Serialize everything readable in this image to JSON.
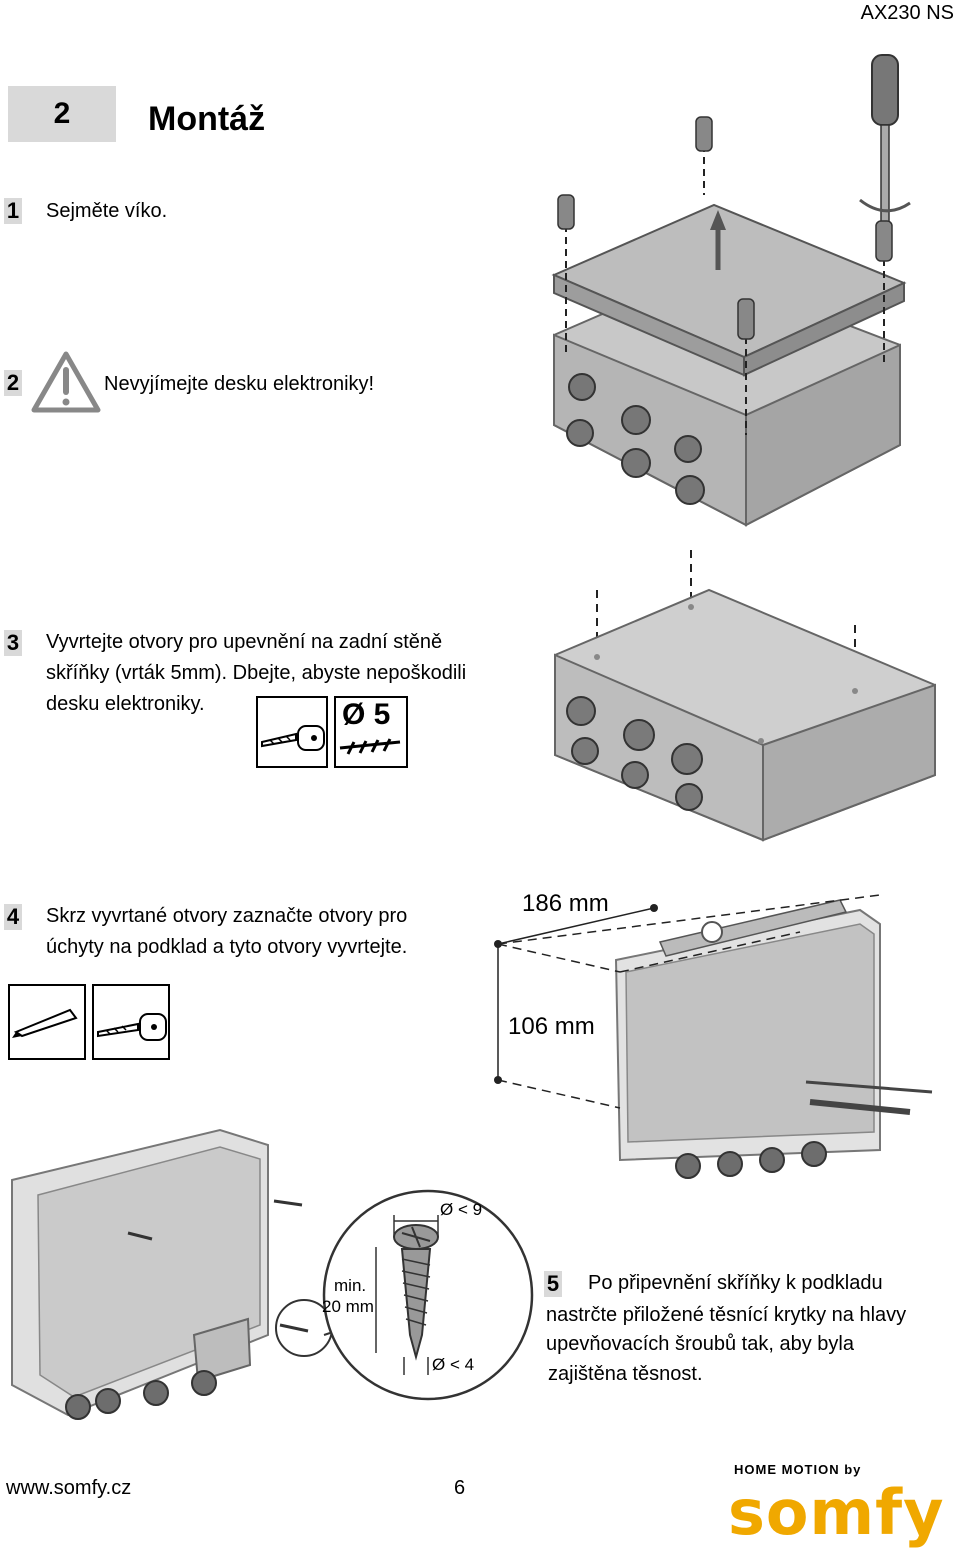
{
  "header": {
    "model": "AX230 NS"
  },
  "section": {
    "number": "2",
    "title": "Montáž"
  },
  "steps": [
    {
      "number": "1",
      "lines": [
        "Sejměte víko."
      ]
    },
    {
      "number": "2",
      "lines": [
        "Nevyjímejte desku elektroniky!"
      ]
    },
    {
      "number": "3",
      "lines": [
        "Vyvrtejte otvory pro upevnění na zadní stěně",
        "skříňky (vrták 5mm). Dbejte, abyste nepoškodili",
        "desku elektroniky."
      ]
    },
    {
      "number": "4",
      "lines": [
        "Skrz vyvrtané otvory zaznačte otvory pro",
        "úchyty na podklad a tyto otvory vyvrtejte."
      ]
    },
    {
      "number": "5",
      "lines": [
        "Po připevnění skříňky k podkladu",
        "nastrčte přiložené těsnící krytky na hlavy",
        "upevňovacích šroubů tak, aby byla",
        "zajištěna těsnost."
      ]
    }
  ],
  "drill_label": "Ø 5",
  "dimensions": {
    "width": "186 mm",
    "height": "106 mm"
  },
  "screw": {
    "head": "Ø < 9",
    "shaft": "Ø < 4",
    "length_line1": "min.",
    "length_line2": "20 mm"
  },
  "footer": {
    "url": "www.somfy.cz",
    "page": "6"
  },
  "logo": {
    "tagline": "HOME MOTION by",
    "word": "somfy"
  },
  "icons": [
    "warning-icon",
    "drill-bit-icon",
    "pencil-icon",
    "drill-icon",
    "screwdriver-icon"
  ]
}
